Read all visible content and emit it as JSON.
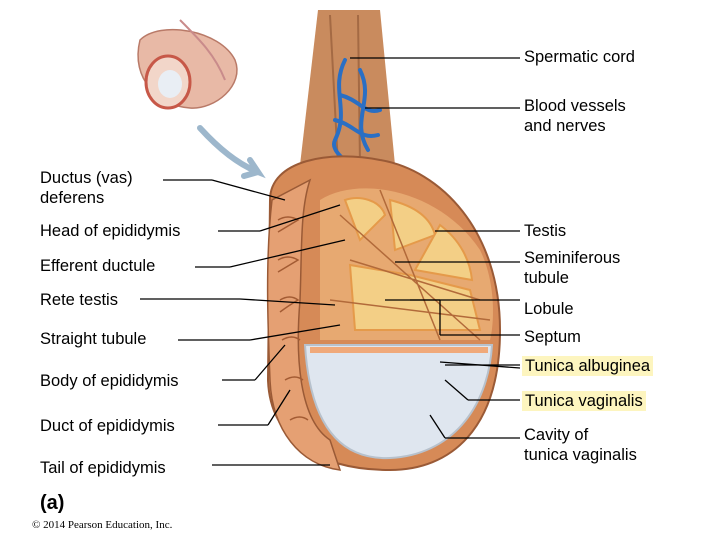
{
  "left_labels": [
    {
      "id": "ductus-deferens",
      "text": "Ductus (vas)\ndeferens"
    },
    {
      "id": "head-of-epididymis",
      "text": "Head of epididymis"
    },
    {
      "id": "efferent-ductule",
      "text": "Efferent ductule"
    },
    {
      "id": "rete-testis",
      "text": "Rete testis"
    },
    {
      "id": "straight-tubule",
      "text": "Straight tubule"
    },
    {
      "id": "body-of-epididymis",
      "text": "Body of epididymis"
    },
    {
      "id": "duct-of-epididymis",
      "text": "Duct of epididymis"
    },
    {
      "id": "tail-of-epididymis",
      "text": "Tail of epididymis"
    }
  ],
  "right_labels": [
    {
      "id": "spermatic-cord",
      "text": "Spermatic cord"
    },
    {
      "id": "blood-vessels-nerves",
      "text": "Blood vessels\nand nerves"
    },
    {
      "id": "testis",
      "text": "Testis"
    },
    {
      "id": "seminiferous-tubule",
      "text": "Seminiferous\ntubule"
    },
    {
      "id": "lobule",
      "text": "Lobule"
    },
    {
      "id": "septum",
      "text": "Septum"
    },
    {
      "id": "tunica-albuginea",
      "text": "Tunica albuginea"
    },
    {
      "id": "tunica-vaginalis",
      "text": "Tunica vaginalis"
    },
    {
      "id": "cavity-tunica-vaginalis",
      "text": "Cavity of\ntunica vaginalis"
    }
  ],
  "figure_tag": "(a)",
  "copyright": "© 2014 Pearson Education, Inc.",
  "colors": {
    "cord": "#c98b5e",
    "vessels": "#2a6fc4",
    "testis_tissue": "#d99058",
    "tubules": "#f3cf86",
    "cavity": "#dfe6ef",
    "highlight": "#fdf5bf",
    "leader": "#000000"
  }
}
